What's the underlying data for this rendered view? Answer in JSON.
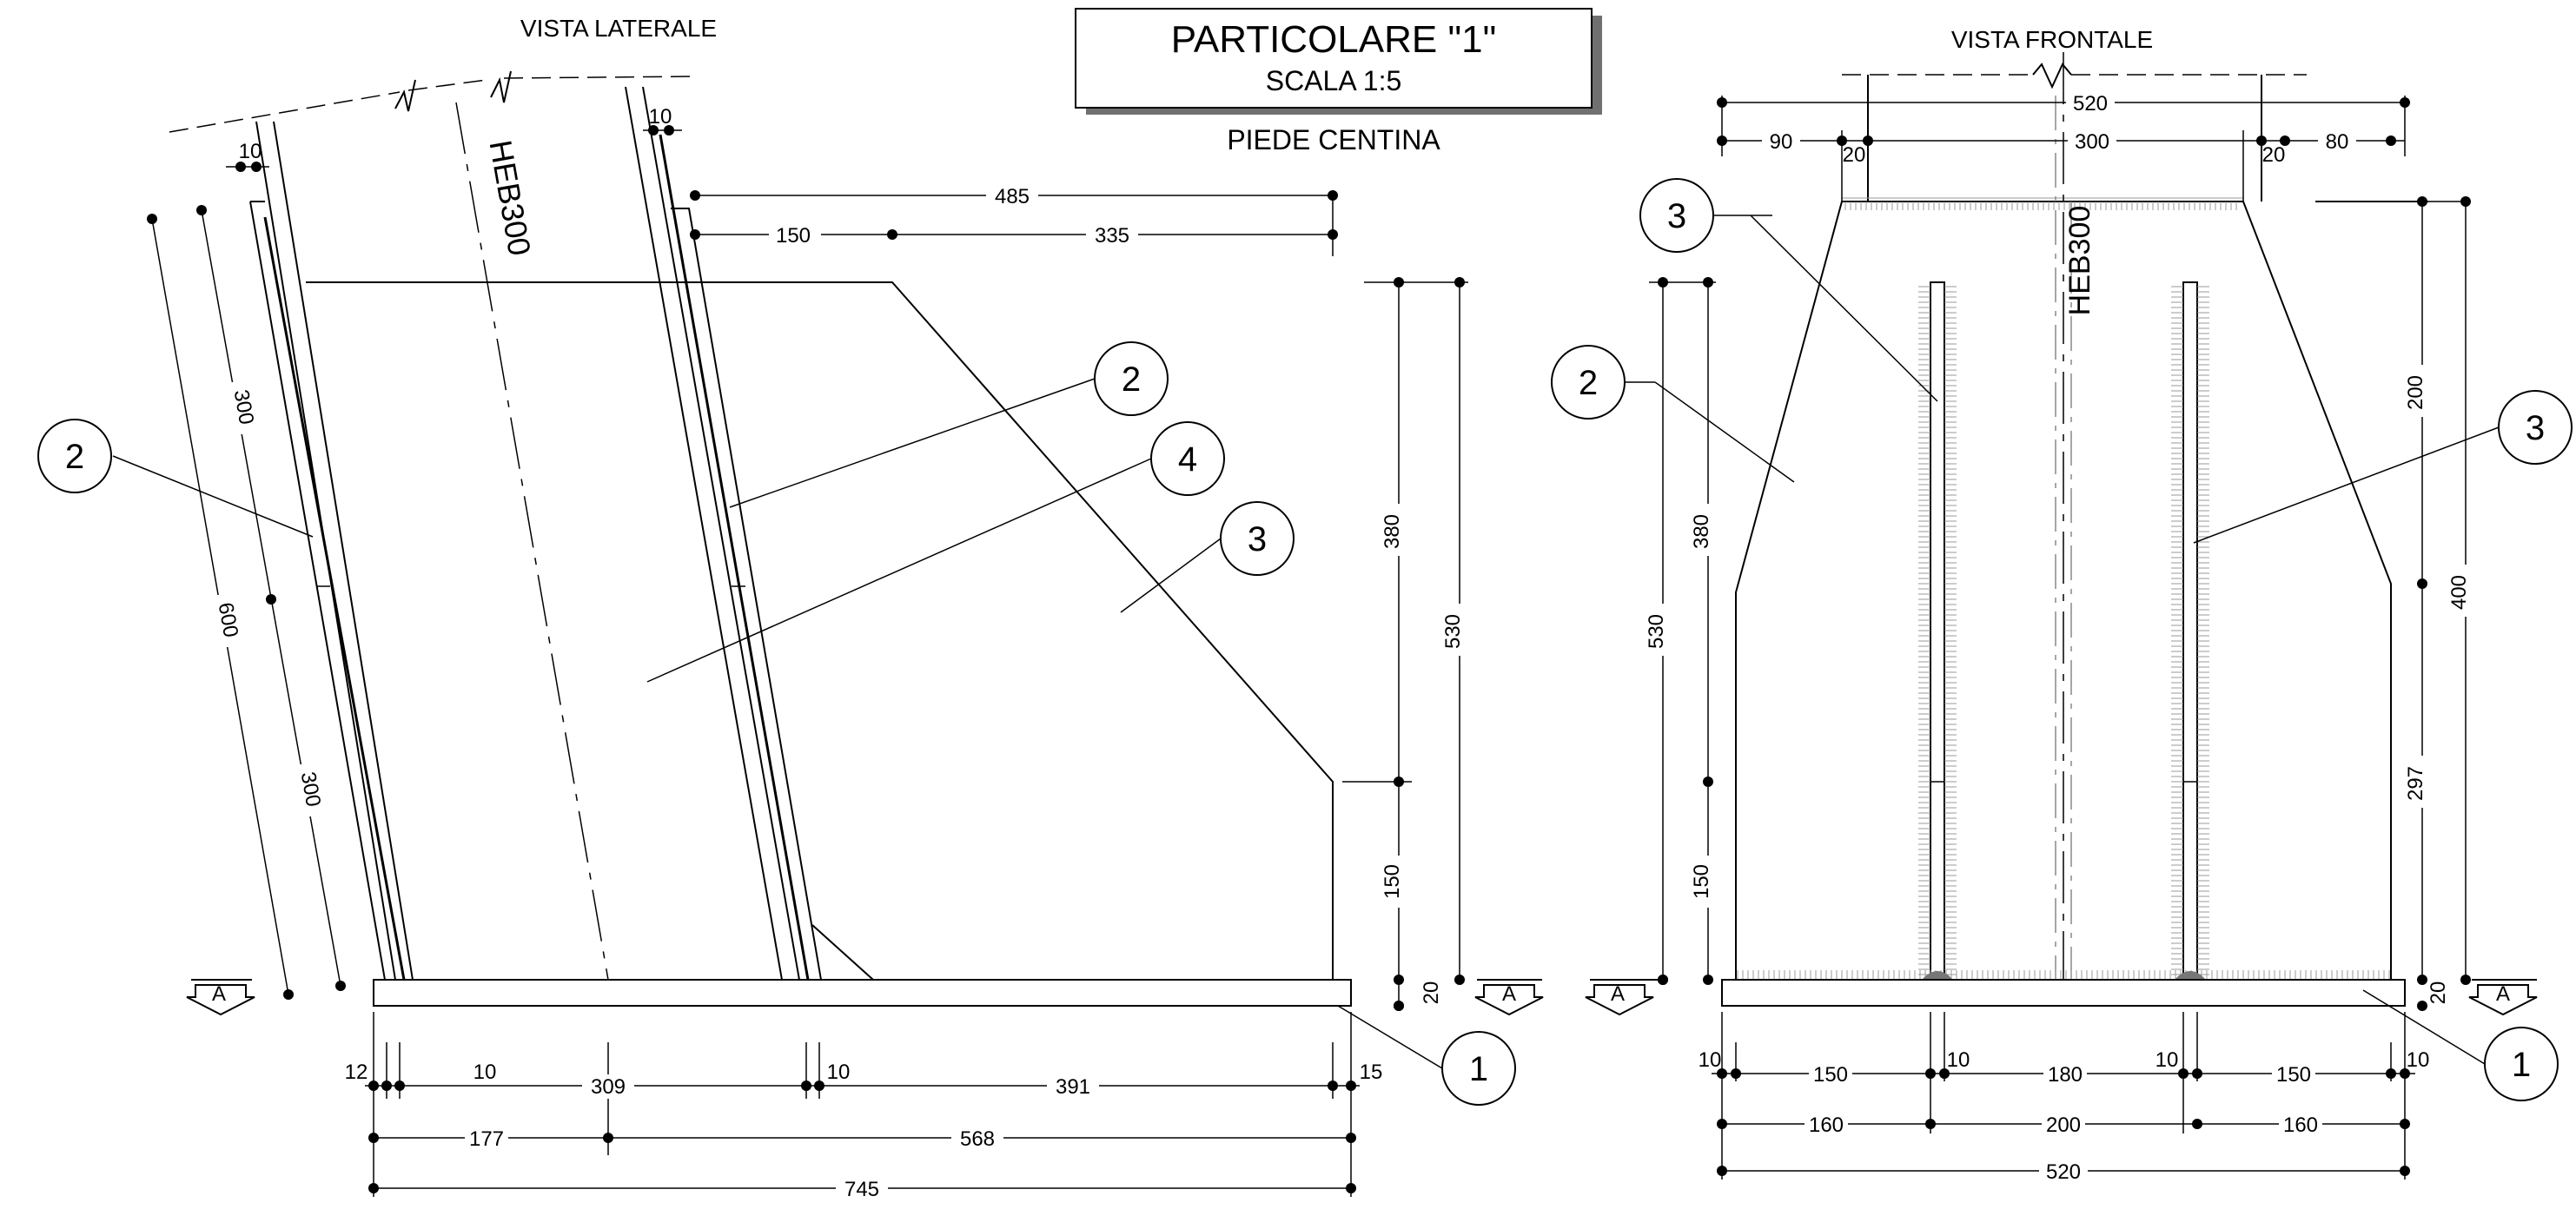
{
  "title_block": {
    "title": "PARTICOLARE \"1\"",
    "scale": "SCALA 1:5",
    "subtitle": "PIEDE CENTINA"
  },
  "views": {
    "side_title": "VISTA LATERALE",
    "front_title": "VISTA FRONTALE"
  },
  "profile_label": "HEB300",
  "section_marker": "A",
  "balloons": {
    "one": "1",
    "two": "2",
    "three": "3",
    "four": "4"
  },
  "side_dims": {
    "d10_top_left": "10",
    "d10_top_right": "10",
    "d485": "485",
    "d150_top": "150",
    "d335": "335",
    "d300_upper": "300",
    "d600": "600",
    "d300_lower": "300",
    "d380": "380",
    "d530": "530",
    "d150_vert": "150",
    "d20": "20",
    "d12": "12",
    "d10_a": "10",
    "d309": "309",
    "d10_b": "10",
    "d391": "391",
    "d15": "15",
    "d177": "177",
    "d568": "568",
    "d745": "745"
  },
  "front_dims": {
    "d520_top": "520",
    "d90": "90",
    "d20_left": "20",
    "d300": "300",
    "d20_right": "20",
    "d80": "80",
    "d530": "530",
    "d380": "380",
    "d150": "150",
    "d200_vert": "200",
    "d400": "400",
    "d297": "297",
    "d20_vert": "20",
    "d10_a": "10",
    "d150_a": "150",
    "d10_b": "10",
    "d180": "180",
    "d10_c": "10",
    "d150_b": "150",
    "d10_d": "10",
    "d160_a": "160",
    "d200": "200",
    "d160_b": "160",
    "d520_bottom": "520"
  }
}
